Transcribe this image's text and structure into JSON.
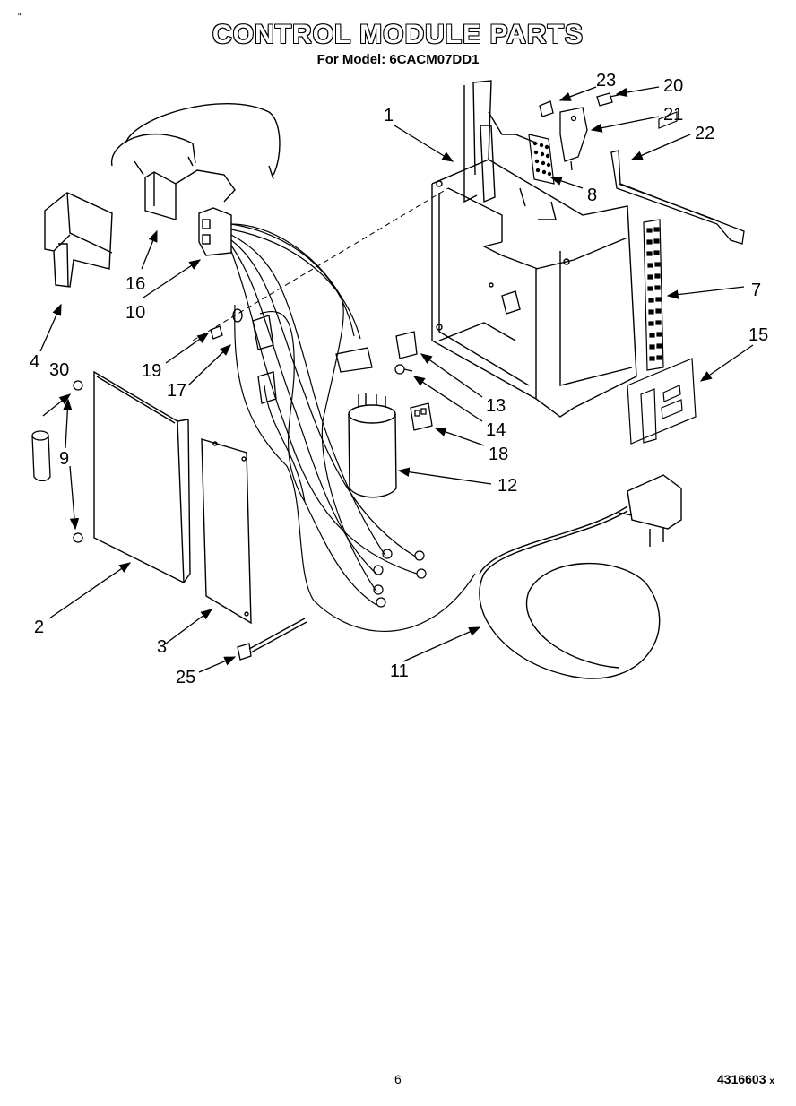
{
  "header": {
    "title": "CONTROL MODULE PARTS",
    "subtitle": "For Model: 6CACM07DD1",
    "corner_mark": "\""
  },
  "footer": {
    "page_number": "6",
    "doc_number": "4316603",
    "doc_suffix": "x"
  },
  "callouts": {
    "c1": "1",
    "c2": "2",
    "c3": "3",
    "c4": "4",
    "c7": "7",
    "c8": "8",
    "c9": "9",
    "c10": "10",
    "c11": "11",
    "c12": "12",
    "c13": "13",
    "c14": "14",
    "c15": "15",
    "c16": "16",
    "c17": "17",
    "c18": "18",
    "c19": "19",
    "c20": "20",
    "c21": "21",
    "c22": "22",
    "c23": "23",
    "c25": "25",
    "c30": "30"
  }
}
